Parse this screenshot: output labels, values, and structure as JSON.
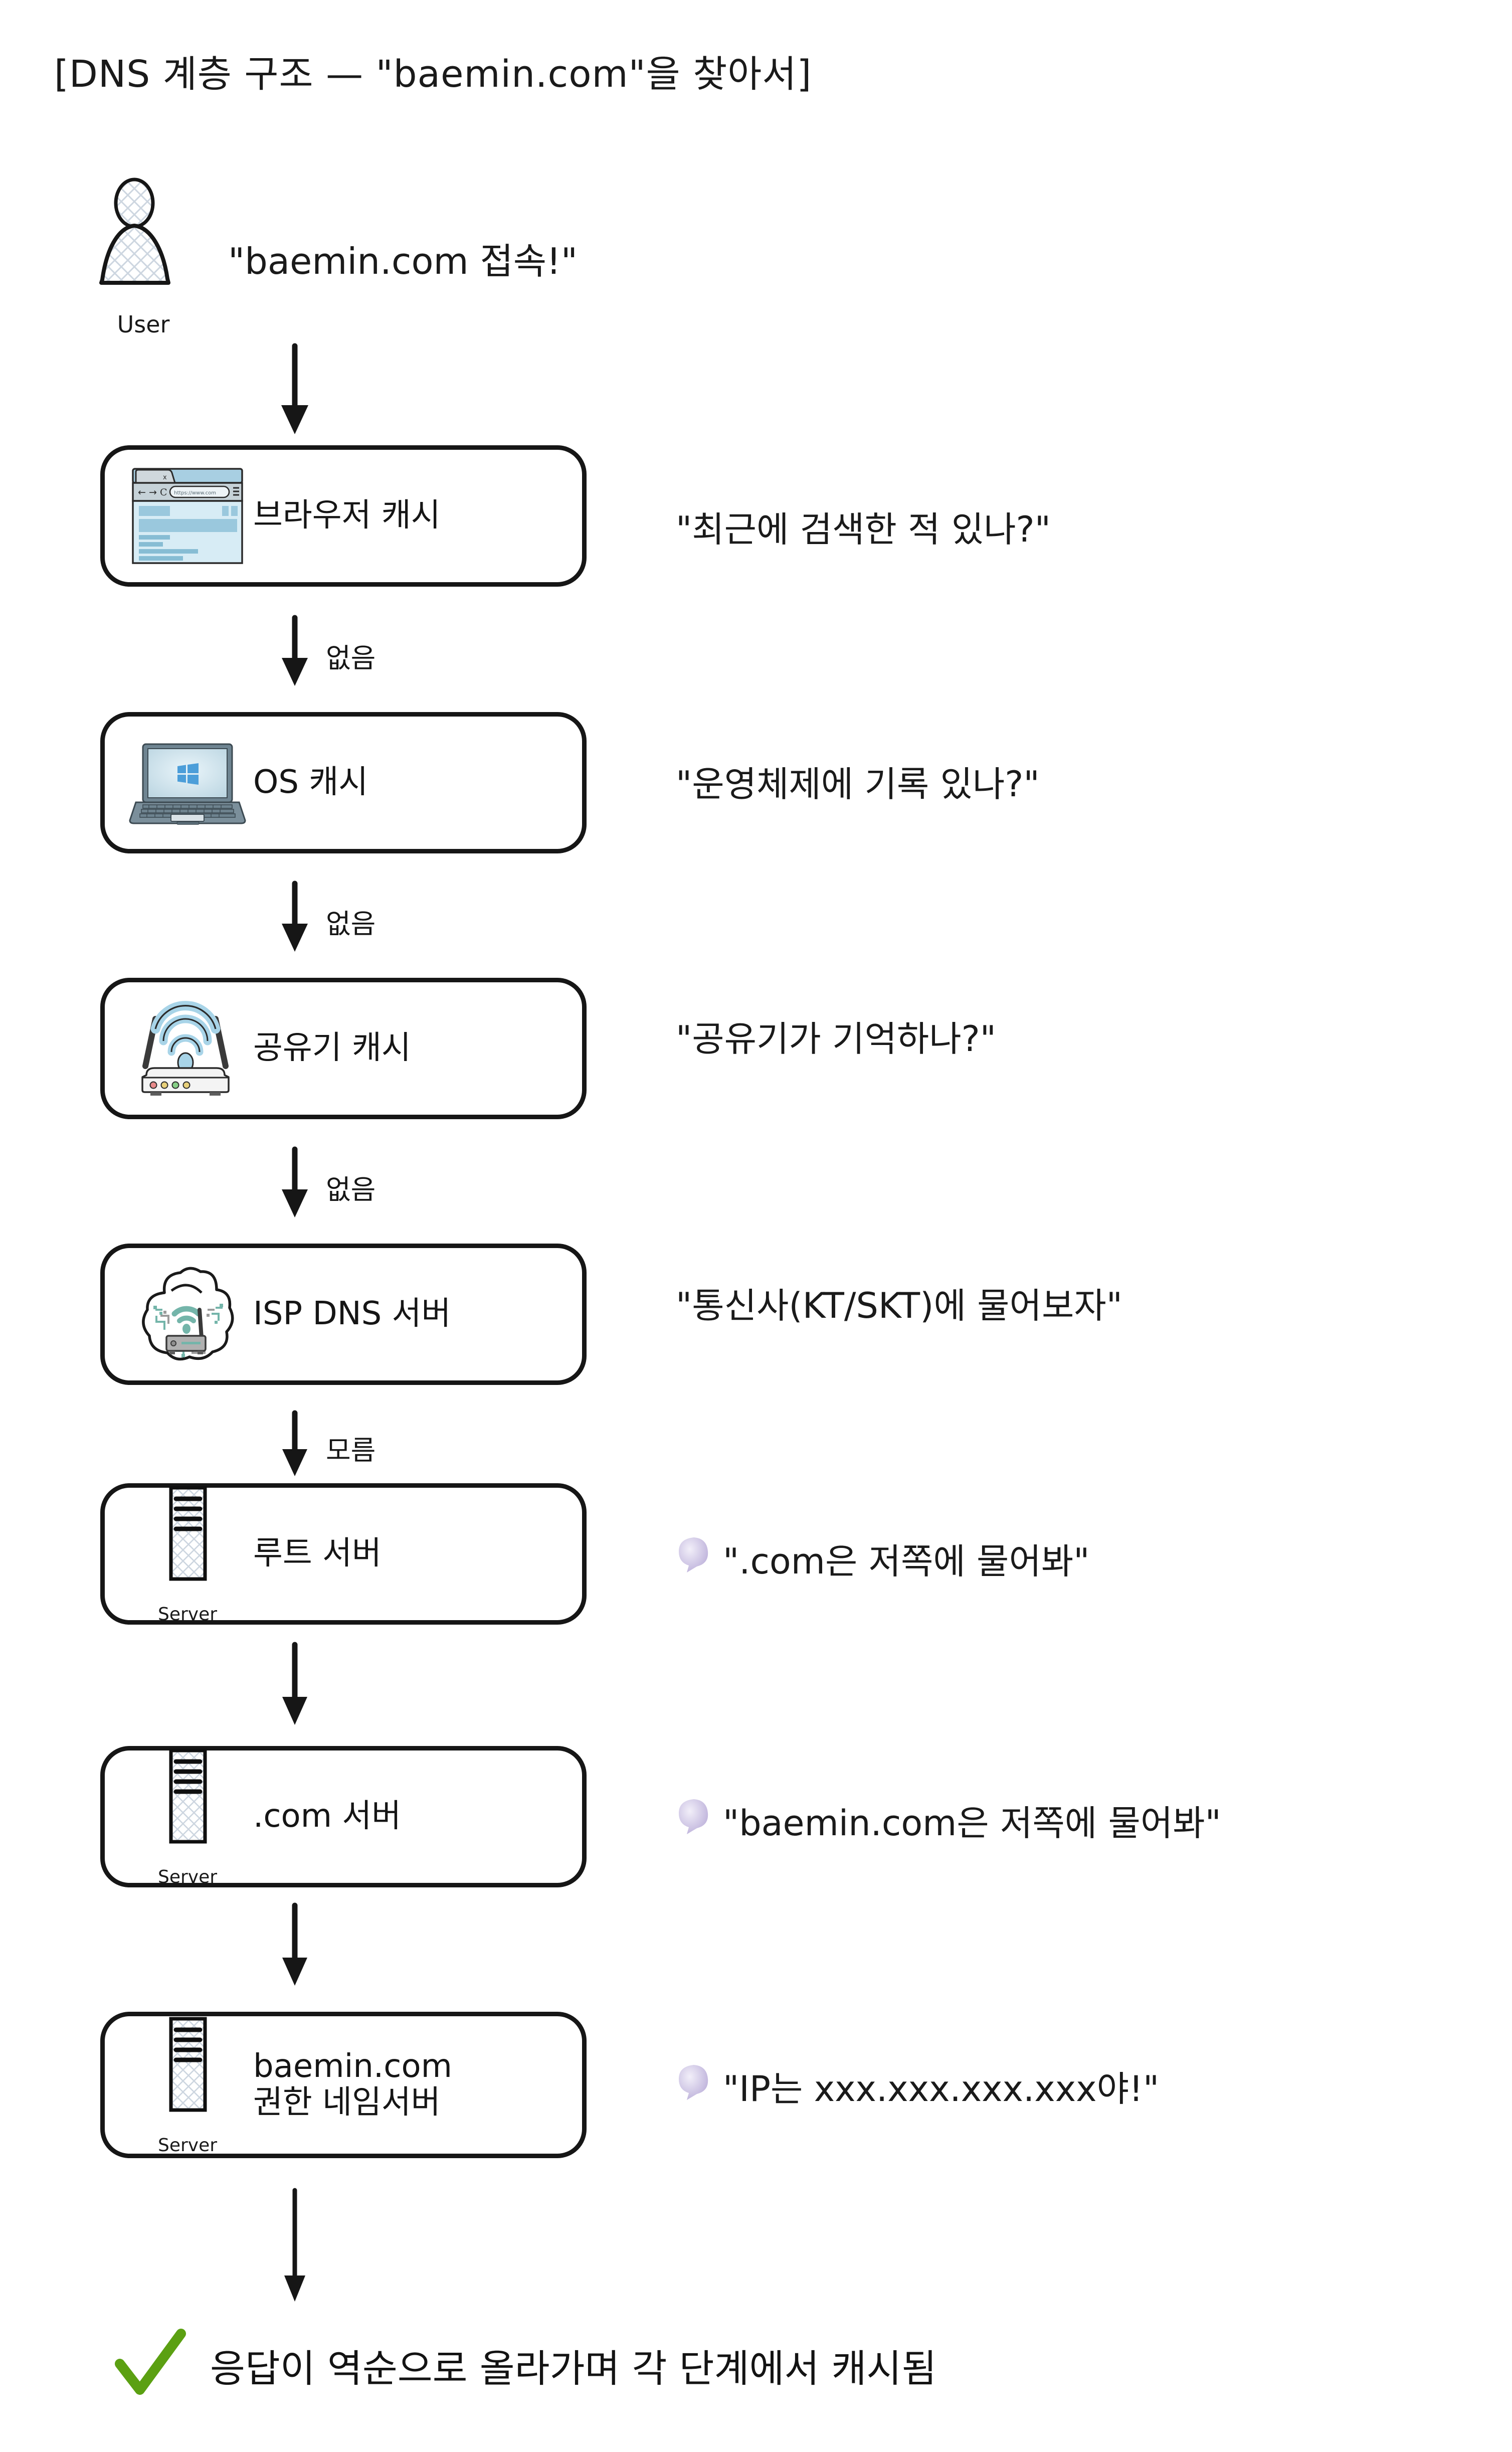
{
  "title": "[DNS 계층 구조 — \"baemin.com\"을 찾아서]",
  "user": {
    "icon": "user-person-icon",
    "label": "User",
    "speech": "\"baemin.com 접속!\""
  },
  "nodes": [
    {
      "id": "browser-cache",
      "icon": "browser-window-icon",
      "label": "브라우저 캐시",
      "label_line2": "",
      "caption": "",
      "speech": "\"최근에 검색한 적 있나?\"",
      "bubble": false
    },
    {
      "id": "os-cache",
      "icon": "laptop-windows-icon",
      "label": "OS 캐시",
      "label_line2": "",
      "caption": "",
      "speech": "\"운영체제에 기록 있나?\"",
      "bubble": false
    },
    {
      "id": "router-cache",
      "icon": "wifi-router-icon",
      "label": "공유기 캐시",
      "label_line2": "",
      "caption": "",
      "speech": "\"공유기가 기억하나?\"",
      "bubble": false
    },
    {
      "id": "isp-dns-server",
      "icon": "cloud-router-icon",
      "label": "ISP DNS 서버",
      "label_line2": "",
      "caption": "",
      "speech": "\"통신사(KT/SKT)에 물어보자\"",
      "bubble": false
    },
    {
      "id": "root-server",
      "icon": "server-rack-icon",
      "label": "루트 서버",
      "label_line2": "",
      "caption": "Server",
      "speech": "\".com은 저쪽에 물어봐\"",
      "bubble": true
    },
    {
      "id": "com-server",
      "icon": "server-rack-icon",
      "label": ".com 서버",
      "label_line2": "",
      "caption": "Server",
      "speech": "\"baemin.com은 저쪽에 물어봐\"",
      "bubble": true
    },
    {
      "id": "authoritative-nameserver",
      "icon": "server-rack-icon",
      "label": "baemin.com",
      "label_line2": "권한 네임서버",
      "caption": "Server",
      "speech": "\"IP는 xxx.xxx.xxx.xxx야!\"",
      "bubble": true
    }
  ],
  "arrows": [
    {
      "id": "arrow-user-to-browser",
      "label": ""
    },
    {
      "id": "arrow-browser-to-os",
      "label": "없음"
    },
    {
      "id": "arrow-os-to-router",
      "label": "없음"
    },
    {
      "id": "arrow-router-to-isp",
      "label": "없음"
    },
    {
      "id": "arrow-isp-to-root",
      "label": "모름"
    },
    {
      "id": "arrow-root-to-com",
      "label": ""
    },
    {
      "id": "arrow-com-to-auth",
      "label": ""
    },
    {
      "id": "arrow-auth-to-result",
      "label": ""
    }
  ],
  "footer": {
    "check_icon": "green-checkmark-icon",
    "text": "응답이 역순으로 올라가며 각 단계에서 캐시됨",
    "check_color": "#5ba012"
  },
  "colors": {
    "stroke": "#161616",
    "browser_blue": "#bcdcec",
    "browser_blue_dark": "#8fc4dc",
    "laptop_body": "#7b8f9b",
    "windows_blue": "#4c9ed9",
    "router_white": "#f4f4f4",
    "wifi_blue": "#a8d4e8",
    "teal": "#74b5aa",
    "gray": "#9b9b9b",
    "bubble_purple": "#c8bfe0",
    "hatch": "#cdd6e0"
  }
}
